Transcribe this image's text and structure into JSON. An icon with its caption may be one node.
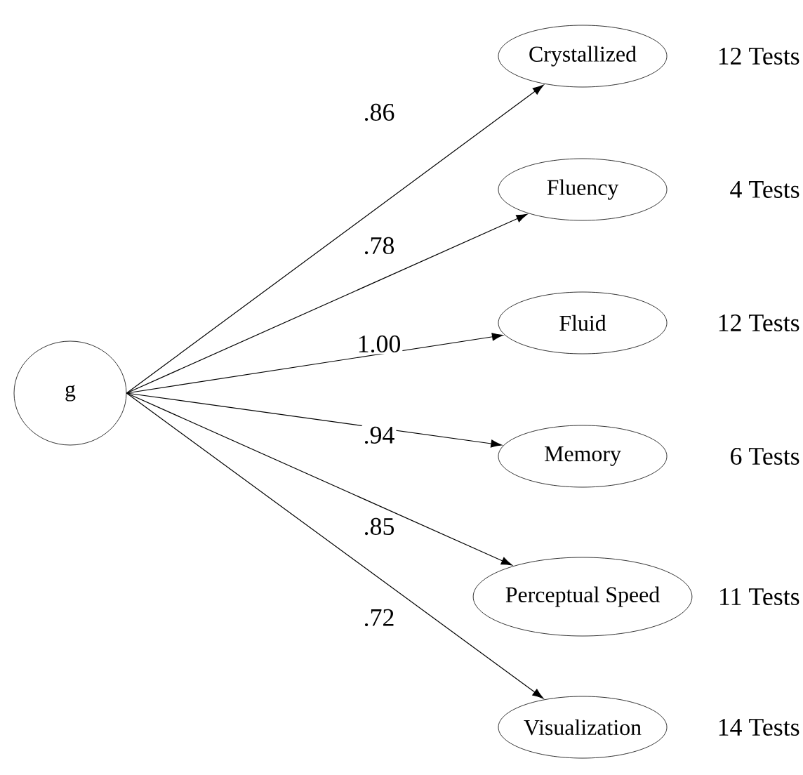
{
  "diagram": {
    "nodes": [
      {
        "text": [
          "g"
        ]
      },
      {
        "text": [
          "Crystallized"
        ],
        "beside": [
          "12 Tests"
        ]
      },
      {
        "text": [
          "Fluency"
        ],
        "beside": [
          "4 Tests"
        ]
      },
      {
        "text": [
          "Fluid"
        ],
        "beside": [
          "12 Tests"
        ]
      },
      {
        "text": [
          "Memory"
        ],
        "beside": [
          "6 Tests"
        ]
      },
      {
        "text": [
          "Perceptual Speed"
        ],
        "beside": [
          "11 Tests"
        ]
      },
      {
        "text": [
          "Visualization"
        ],
        "beside": [
          "14 Tests"
        ]
      }
    ],
    "edges": [
      {
        "from": 0,
        "to": 1,
        "arrow": "to",
        "label": ".86"
      },
      {
        "from": 0,
        "to": 2,
        "arrow": "to",
        "label": ".78"
      },
      {
        "from": 0,
        "to": 3,
        "arrow": "to",
        "label": "1.00"
      },
      {
        "from": 0,
        "to": 4,
        "arrow": "to",
        "label": ".94"
      },
      {
        "from": 0,
        "to": 5,
        "arrow": "to",
        "label": ".85"
      },
      {
        "from": 0,
        "to": 6,
        "arrow": "to",
        "label": ".72"
      }
    ]
  }
}
